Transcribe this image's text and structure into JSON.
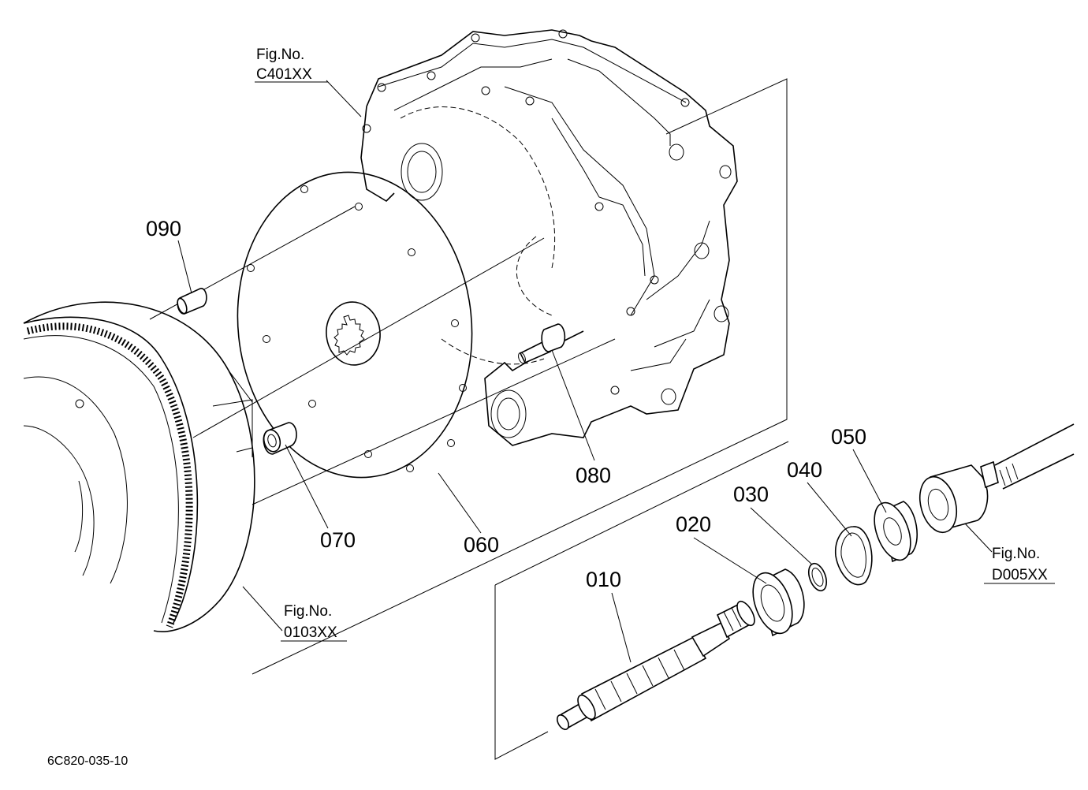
{
  "drawing": {
    "code": "6C820-035-10"
  },
  "callouts": [
    {
      "id": "010",
      "label": "010"
    },
    {
      "id": "020",
      "label": "020"
    },
    {
      "id": "030",
      "label": "030"
    },
    {
      "id": "040",
      "label": "040"
    },
    {
      "id": "050",
      "label": "050"
    },
    {
      "id": "060",
      "label": "060"
    },
    {
      "id": "070",
      "label": "070"
    },
    {
      "id": "080",
      "label": "080"
    },
    {
      "id": "090",
      "label": "090"
    }
  ],
  "figure_refs": [
    {
      "id": "C401XX",
      "caption": "Fig.No.",
      "number": "C401XX"
    },
    {
      "id": "0103XX",
      "caption": "Fig.No.",
      "number": "0103XX"
    },
    {
      "id": "D005XX",
      "caption": "Fig.No.",
      "number": "D005XX"
    }
  ]
}
